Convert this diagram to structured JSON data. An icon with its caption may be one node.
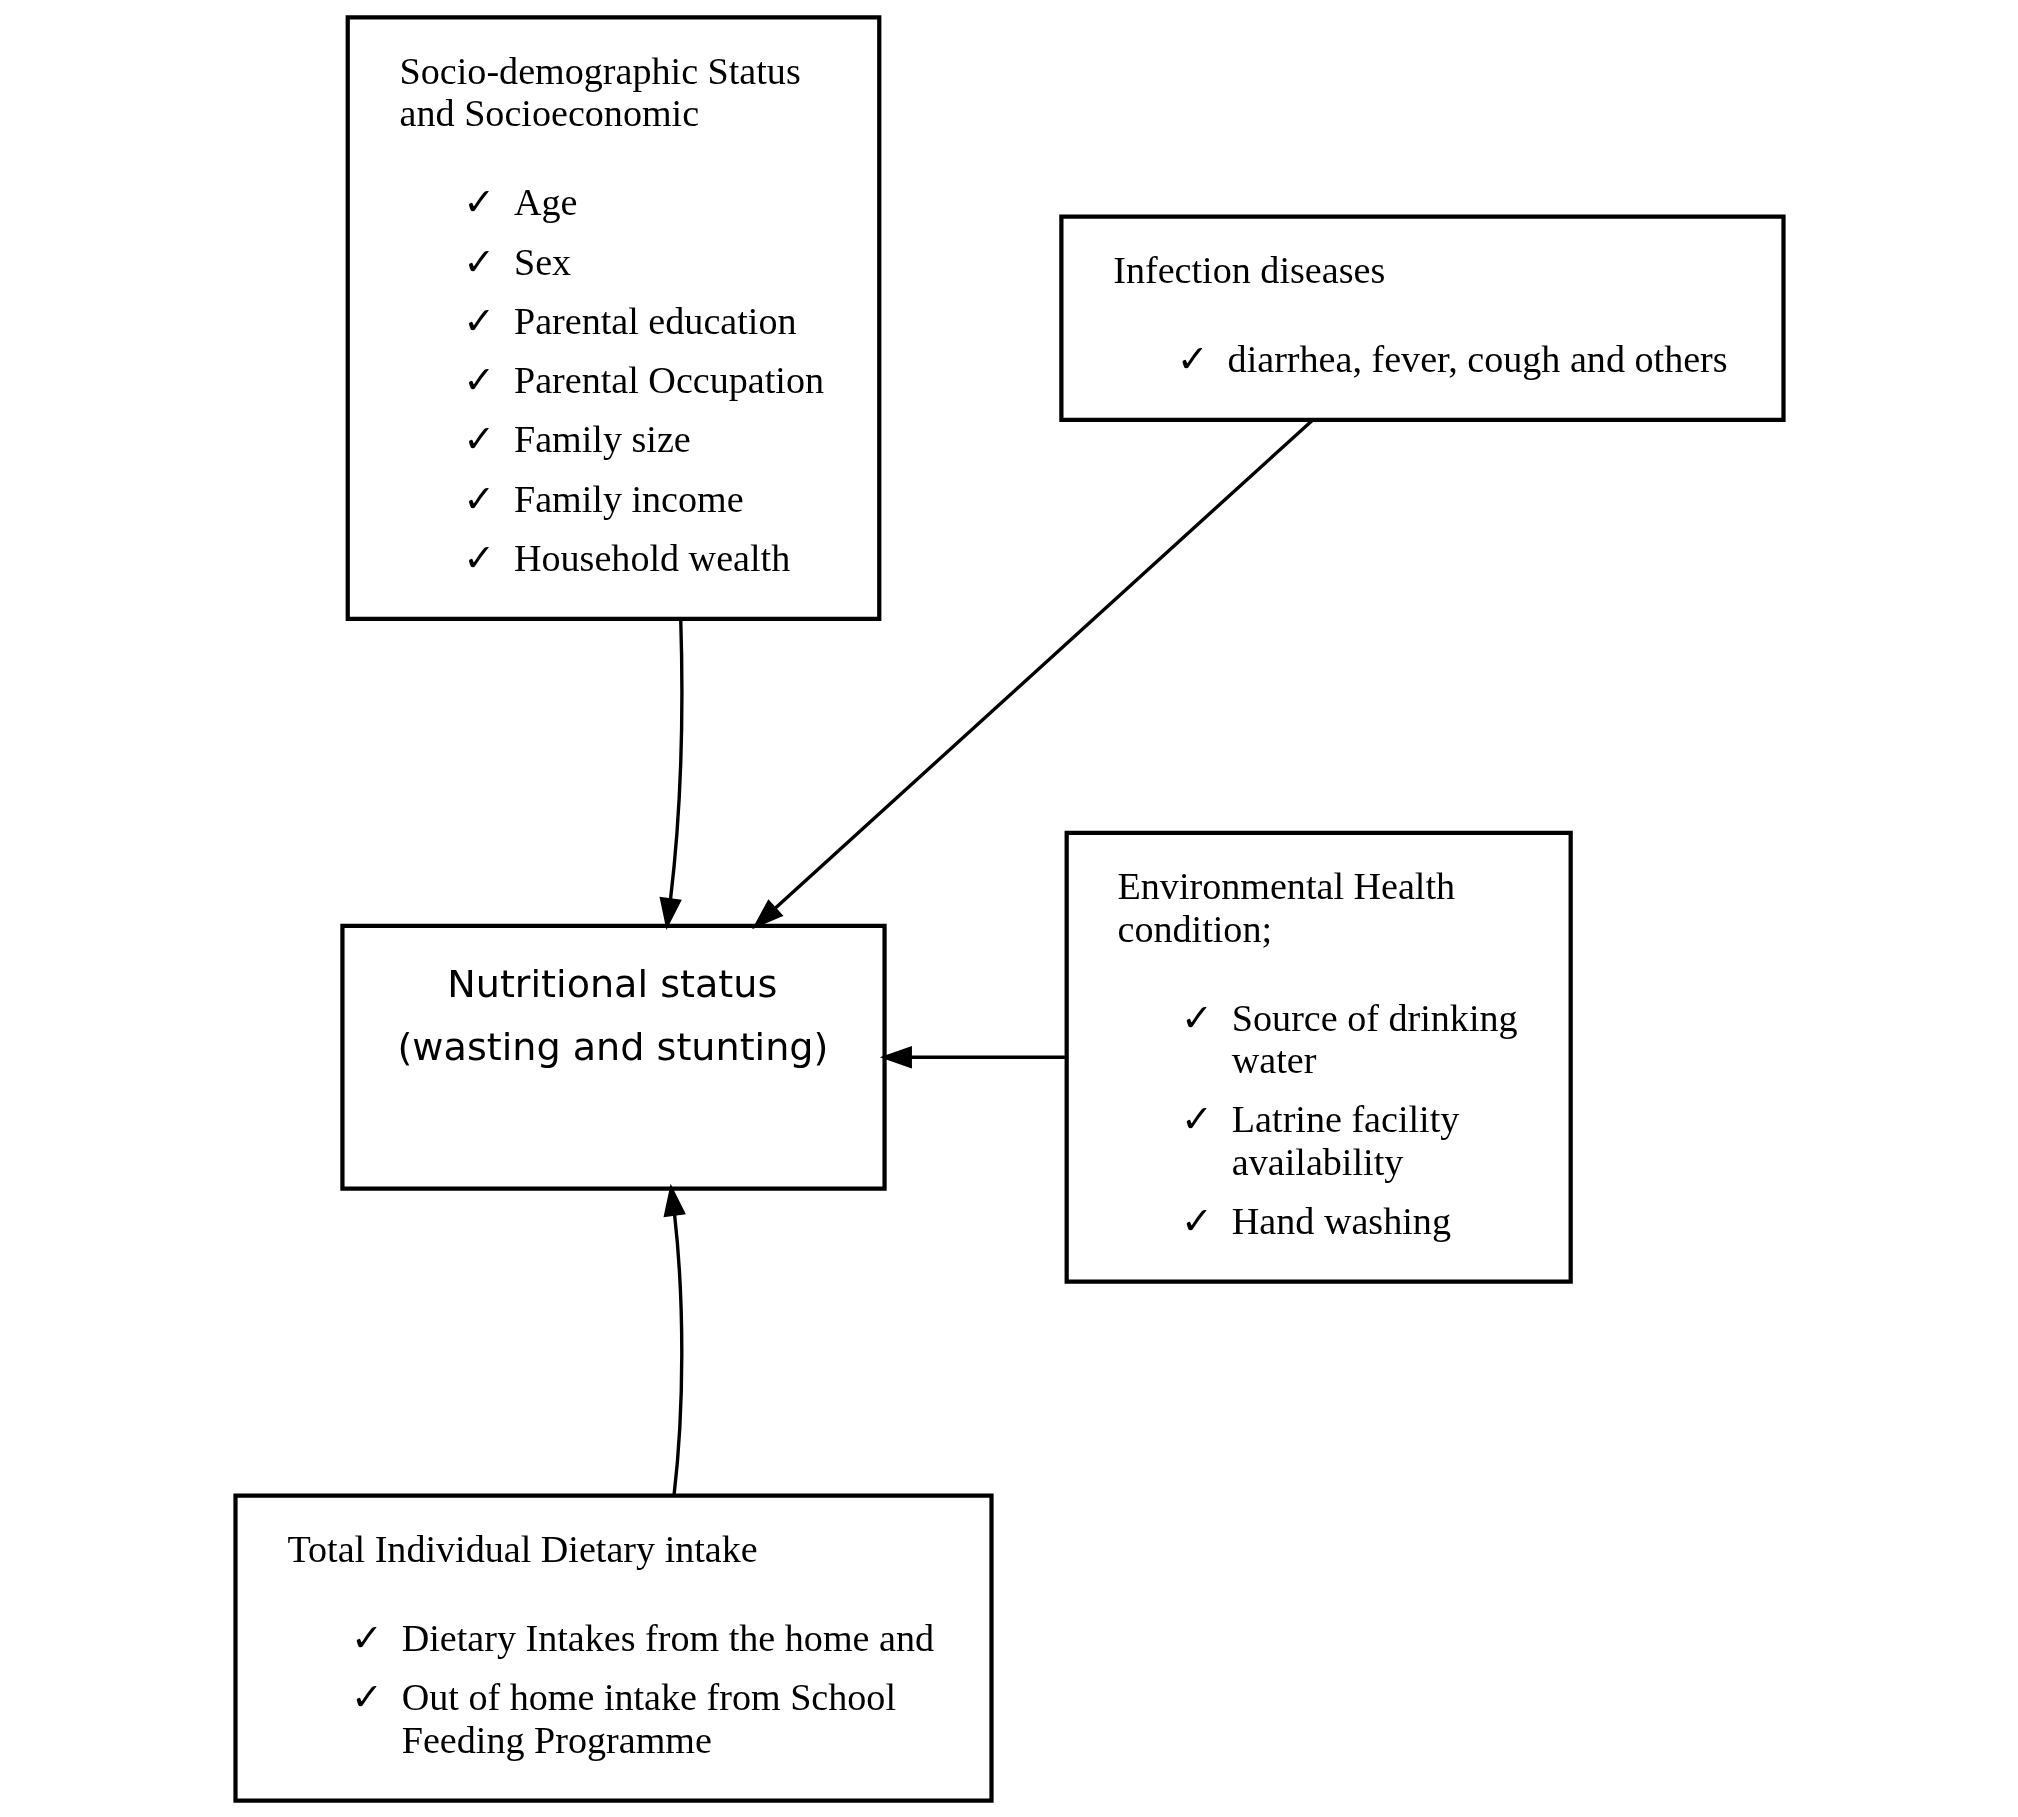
{
  "diagram": {
    "nodes": [
      {
        "text": [
          "Socio-demographic Status and Socioeconomic",
          "✓",
          "Age",
          "✓",
          "Sex",
          "✓",
          "Parental education",
          "✓",
          "Parental Occupation",
          "✓",
          "Family size",
          "✓",
          "Family income",
          "✓",
          "Household wealth"
        ]
      },
      {
        "text": [
          "Infection diseases",
          "✓",
          "diarrhea, fever, cough and others"
        ]
      },
      {
        "text": [
          "Nutritional status",
          "(wasting and stunting)"
        ]
      },
      {
        "text": [
          "Environmental Health condition;",
          "✓",
          "Source of drinking water",
          "✓",
          "Latrine facility availability",
          "✓",
          "Hand washing"
        ]
      },
      {
        "text": [
          "Total Individual Dietary intake",
          "✓",
          "Dietary Intakes from the home and",
          "✓",
          "Out of home intake from School Feeding Programme"
        ]
      }
    ],
    "edges": [
      {
        "from": 0,
        "to": 2,
        "arrow": "to"
      },
      {
        "from": 1,
        "to": 2,
        "arrow": "to"
      },
      {
        "from": 3,
        "to": 2,
        "arrow": "to"
      },
      {
        "from": 4,
        "to": 2,
        "arrow": "to"
      }
    ]
  }
}
